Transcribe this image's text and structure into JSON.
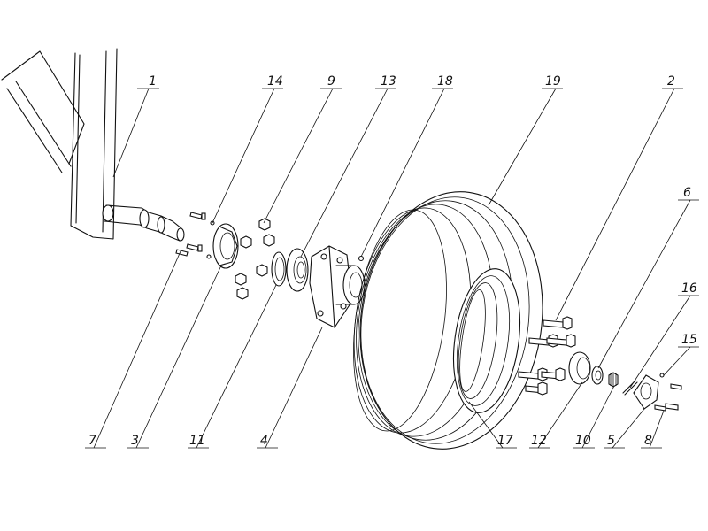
{
  "diagram": {
    "callouts": [
      "1",
      "14",
      "9",
      "13",
      "18",
      "19",
      "2",
      "6",
      "16",
      "15",
      "7",
      "3",
      "11",
      "4",
      "17",
      "12",
      "10",
      "5",
      "8"
    ],
    "colors": {
      "line": "#111111",
      "background": "#ffffff"
    }
  }
}
